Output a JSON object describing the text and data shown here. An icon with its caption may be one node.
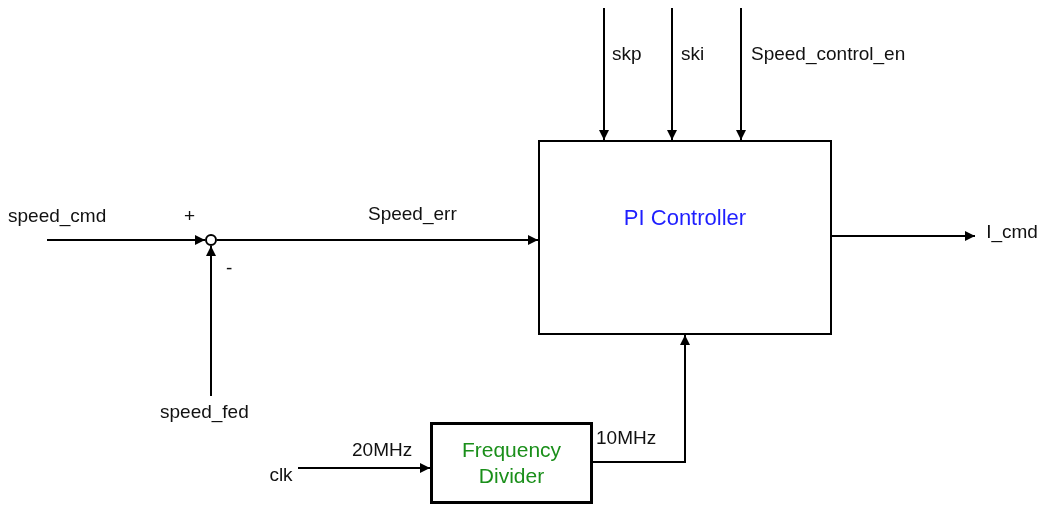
{
  "diagram": {
    "nodes": [
      {
        "text": [
          "PI Controller"
        ]
      },
      {
        "text": [
          "Frequency Divider"
        ]
      },
      {
        "text": [],
        "shape": "circle"
      },
      {
        "text": [
          "speed_cmd"
        ]
      },
      {
        "text": [
          "speed_fed"
        ]
      },
      {
        "text": [
          "I_cmd"
        ]
      },
      {
        "text": [
          "clk"
        ]
      }
    ],
    "edges": [
      {
        "from": 3,
        "to": 2,
        "arrow": "to"
      },
      {
        "from": 4,
        "to": 2,
        "arrow": "to"
      },
      {
        "from": 2,
        "to": 0,
        "arrow": "to",
        "label": "Speed_err"
      },
      {
        "from": null,
        "to": 0,
        "arrow": "to",
        "label": "skp"
      },
      {
        "from": null,
        "to": 0,
        "arrow": "to",
        "label": "ski"
      },
      {
        "from": null,
        "to": 0,
        "arrow": "to",
        "label": "Speed_control_en"
      },
      {
        "from": 0,
        "to": 5,
        "arrow": "to"
      },
      {
        "from": 6,
        "to": 1,
        "arrow": "to",
        "label": "20MHz"
      },
      {
        "from": 1,
        "to": 0,
        "arrow": "to",
        "label": "10MHz"
      }
    ],
    "labels": [
      "+",
      "-"
    ]
  }
}
